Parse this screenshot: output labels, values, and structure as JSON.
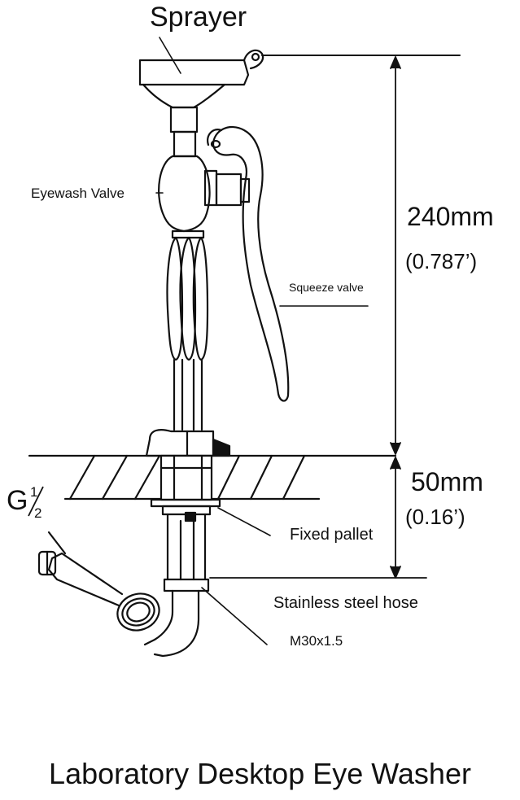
{
  "title": "Laboratory Desktop Eye Washer",
  "labels": {
    "sprayer": "Sprayer",
    "eyewash_valve": "Eyewash Valve",
    "squeeze_valve": "Squeeze valve",
    "fixed_pallet": "Fixed pallet",
    "stainless_hose": "Stainless steel hose",
    "thread": "M30x1.5",
    "pipe_thread_letter": "G",
    "pipe_thread_num": "1",
    "pipe_thread_den": "2"
  },
  "dimensions": {
    "upper_mm": "240mm",
    "upper_ft": "(0.787’)",
    "lower_mm": "50mm",
    "lower_ft": "(0.16’)"
  }
}
